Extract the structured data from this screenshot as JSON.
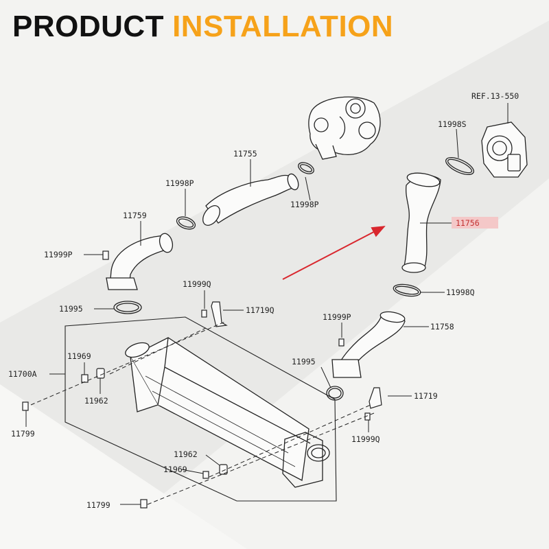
{
  "header": {
    "title_part1": "PRODUCT",
    "title_part2": "INSTALLATION",
    "accent_color": "#f6a21a"
  },
  "diagram": {
    "highlight_color": "#d9272e",
    "labels": {
      "ref": "REF.13-550",
      "clamp_top_right": "11998S",
      "hose_upper": "11755",
      "clamp_upper_left": "11998P",
      "clamp_upper_mid": "11998P",
      "hose_left": "11759",
      "bolt_left": "11999P",
      "hose_highlighted": "11756",
      "clamp_right_lower": "11998Q",
      "bolt_mid": "11999Q",
      "bracket_left": "11719Q",
      "oring_left": "11995",
      "bolt_right": "11999P",
      "hose_right_lower": "11758",
      "oring_right": "11995",
      "intercooler": "11700A",
      "grommet_top": "11969",
      "bush_top": "11962",
      "bracket_right": "11719",
      "bolt_bottom_right": "11999Q",
      "screw_left": "11799",
      "bush_bottom": "11962",
      "grommet_bottom": "11969",
      "screw_bottom": "11799"
    }
  }
}
